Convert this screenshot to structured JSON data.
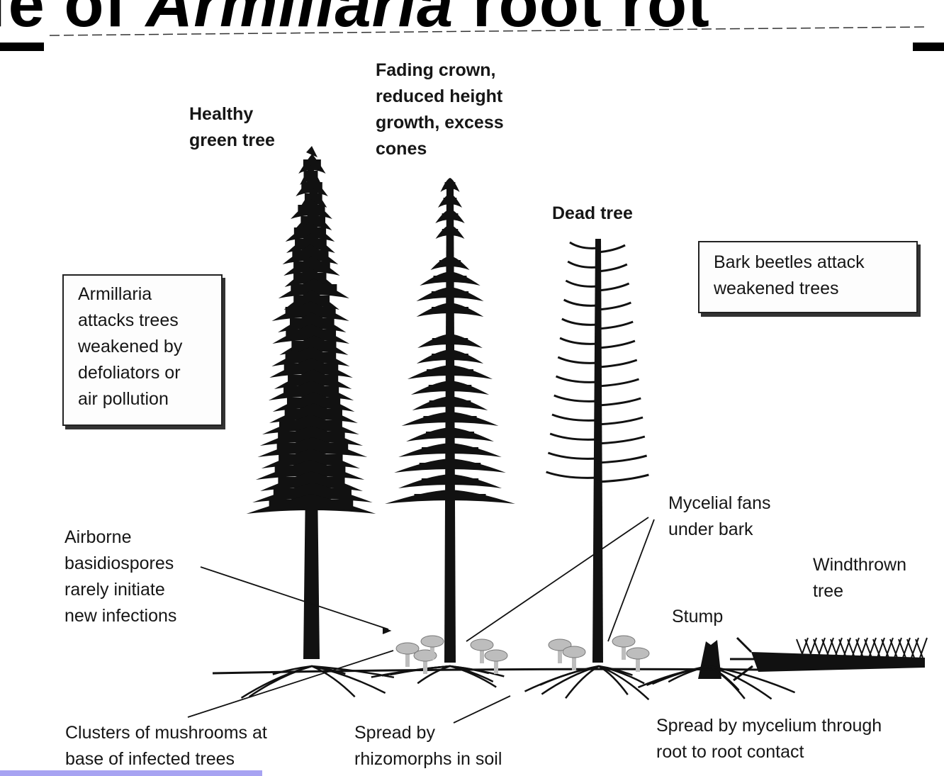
{
  "slide_title": {
    "prefix": "fe of ",
    "italic": "Armillaria",
    "suffix": " root rot"
  },
  "labels": {
    "healthy_tree": "Healthy\ngreen tree",
    "fading_crown": "Fading crown,\nreduced height\ngrowth, excess\ncones",
    "dead_tree": "Dead tree",
    "armillaria_box": "Armillaria\nattacks trees\nweakened by\ndefoliators or\nair pollution",
    "bark_beetles_box": "Bark beetles attack\nweakened trees",
    "mycelial_fans": "Mycelial fans\nunder bark",
    "windthrown": "Windthrown\ntree",
    "stump": "Stump",
    "airborne": "Airborne\nbasidiospores\nrarely initiate\nnew infections",
    "clusters": "Clusters of mushrooms at\nbase of infected trees",
    "rhizomorphs": "Spread by\nrhizomorphs in soil",
    "mycelium": "Spread by mycelium through\nroot to root contact"
  },
  "colors": {
    "ink": "#111111",
    "mushroom": "#bdbdbd",
    "accent_bar": "#a7a3f2"
  }
}
